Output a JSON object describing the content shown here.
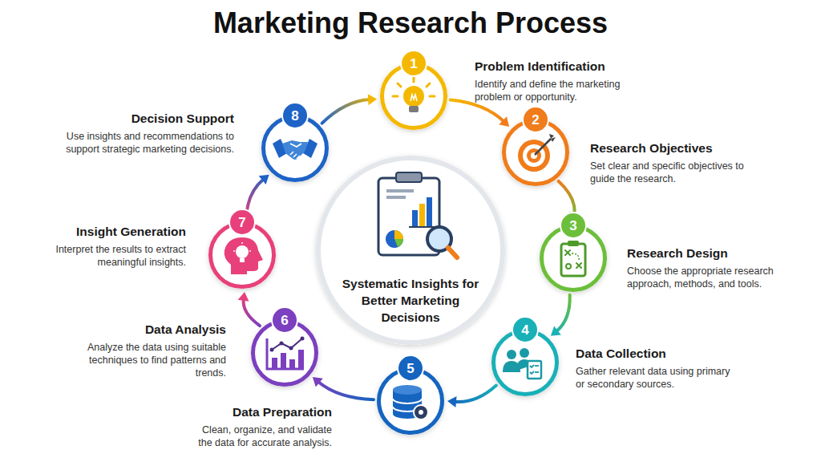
{
  "diagram": {
    "title": "Marketing Research Process",
    "nodes": [
      {
        "text": [
          "1",
          "Problem Identification",
          "Identify and define the marketing problem or opportunity."
        ]
      },
      {
        "text": [
          "2",
          "Research Objectives",
          "Set clear and specific objectives to guide the research."
        ]
      },
      {
        "text": [
          "3",
          "Research Design",
          "Choose the appropriate research approach, methods, and tools."
        ]
      },
      {
        "text": [
          "4",
          "Data Collection",
          "Gather relevant data using primary or secondary sources."
        ]
      },
      {
        "text": [
          "5",
          "Data Preparation",
          "Clean, organize, and validate the data for accurate analysis."
        ]
      },
      {
        "text": [
          "6",
          "Data Analysis",
          "Analyze the data using suitable techniques to find patterns and trends."
        ]
      },
      {
        "text": [
          "7",
          "Insight Generation",
          "Interpret the results to extract meaningful insights."
        ]
      },
      {
        "text": [
          "8",
          "Decision Support",
          "Use insights and recommendations to support strategic marketing decisions."
        ]
      },
      {
        "text": [
          "Systematic Insights for Better Marketing Decisions"
        ]
      }
    ],
    "edges": [
      {
        "from": 0,
        "to": 1,
        "arrow": "to"
      },
      {
        "from": 1,
        "to": 2,
        "arrow": "to"
      },
      {
        "from": 2,
        "to": 3,
        "arrow": "to"
      },
      {
        "from": 3,
        "to": 4,
        "arrow": "to"
      },
      {
        "from": 4,
        "to": 5,
        "arrow": "to"
      },
      {
        "from": 5,
        "to": 6,
        "arrow": "to"
      },
      {
        "from": 6,
        "to": 7,
        "arrow": "to"
      },
      {
        "from": 7,
        "to": 0,
        "arrow": "to"
      }
    ]
  }
}
